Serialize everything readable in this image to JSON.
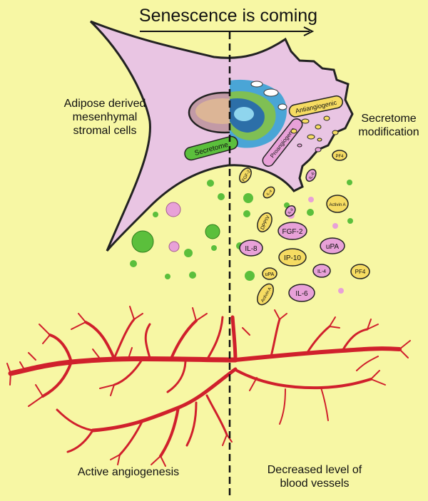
{
  "title": "Senescence is coming",
  "labels": {
    "cell_type": "Adipose derived mesenhymal stromal cells",
    "secretome_mod": "Secretome modification",
    "active": "Active angiogenesis",
    "decreased": "Decreased level of blood vessels"
  },
  "cell_labels": {
    "secretome": "Secretome",
    "antiangiogenic": "Antiangiogenic",
    "proangiogenic": "Proangiogenic"
  },
  "factors": {
    "fgf2": "FGF-2",
    "upa": "uPA",
    "il8": "IL-8",
    "ip10": "IP-10",
    "il6": "IL-6",
    "pf4": "PF4",
    "il4": "IL-4",
    "activin_a": "Activin A",
    "dppiv": "DPPIV",
    "upa_small": "uPA",
    "activin_a2": "Activin A",
    "pf4_small": "PF4",
    "fgf_small": "FGF-2",
    "il_small": "IL-6",
    "il4_small": "IL-4",
    "il_tiny": "IL-8"
  },
  "colors": {
    "background": "#f7f7a4",
    "cell": "#e9c5e3",
    "green": "#5bbf3c",
    "pink": "#e8a1d8",
    "yellow": "#f6dc62",
    "vessel": "#d0202c"
  }
}
